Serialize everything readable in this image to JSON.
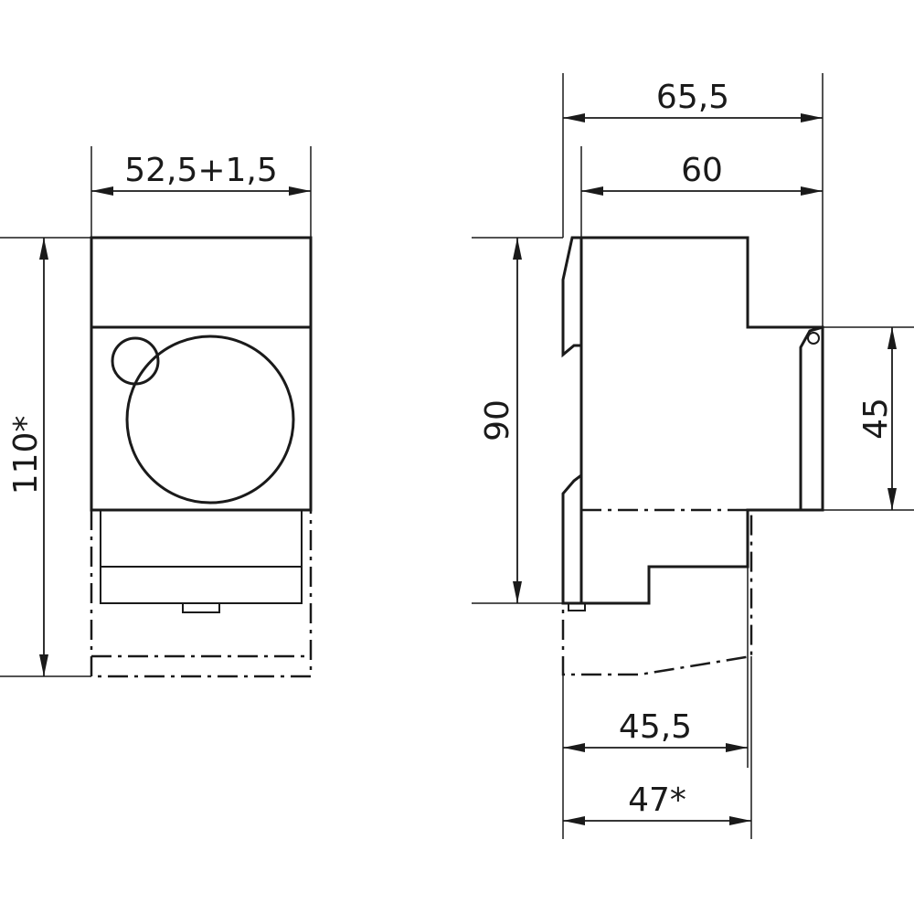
{
  "diagram": {
    "dimensions": {
      "front_width": "52,5+1,5",
      "front_height": "110*",
      "side_total_depth": "65,5",
      "side_body_depth": "60",
      "side_height": "90",
      "side_step_height": "45",
      "side_base_depth": "45,5",
      "side_base_depth_max": "47*"
    }
  }
}
